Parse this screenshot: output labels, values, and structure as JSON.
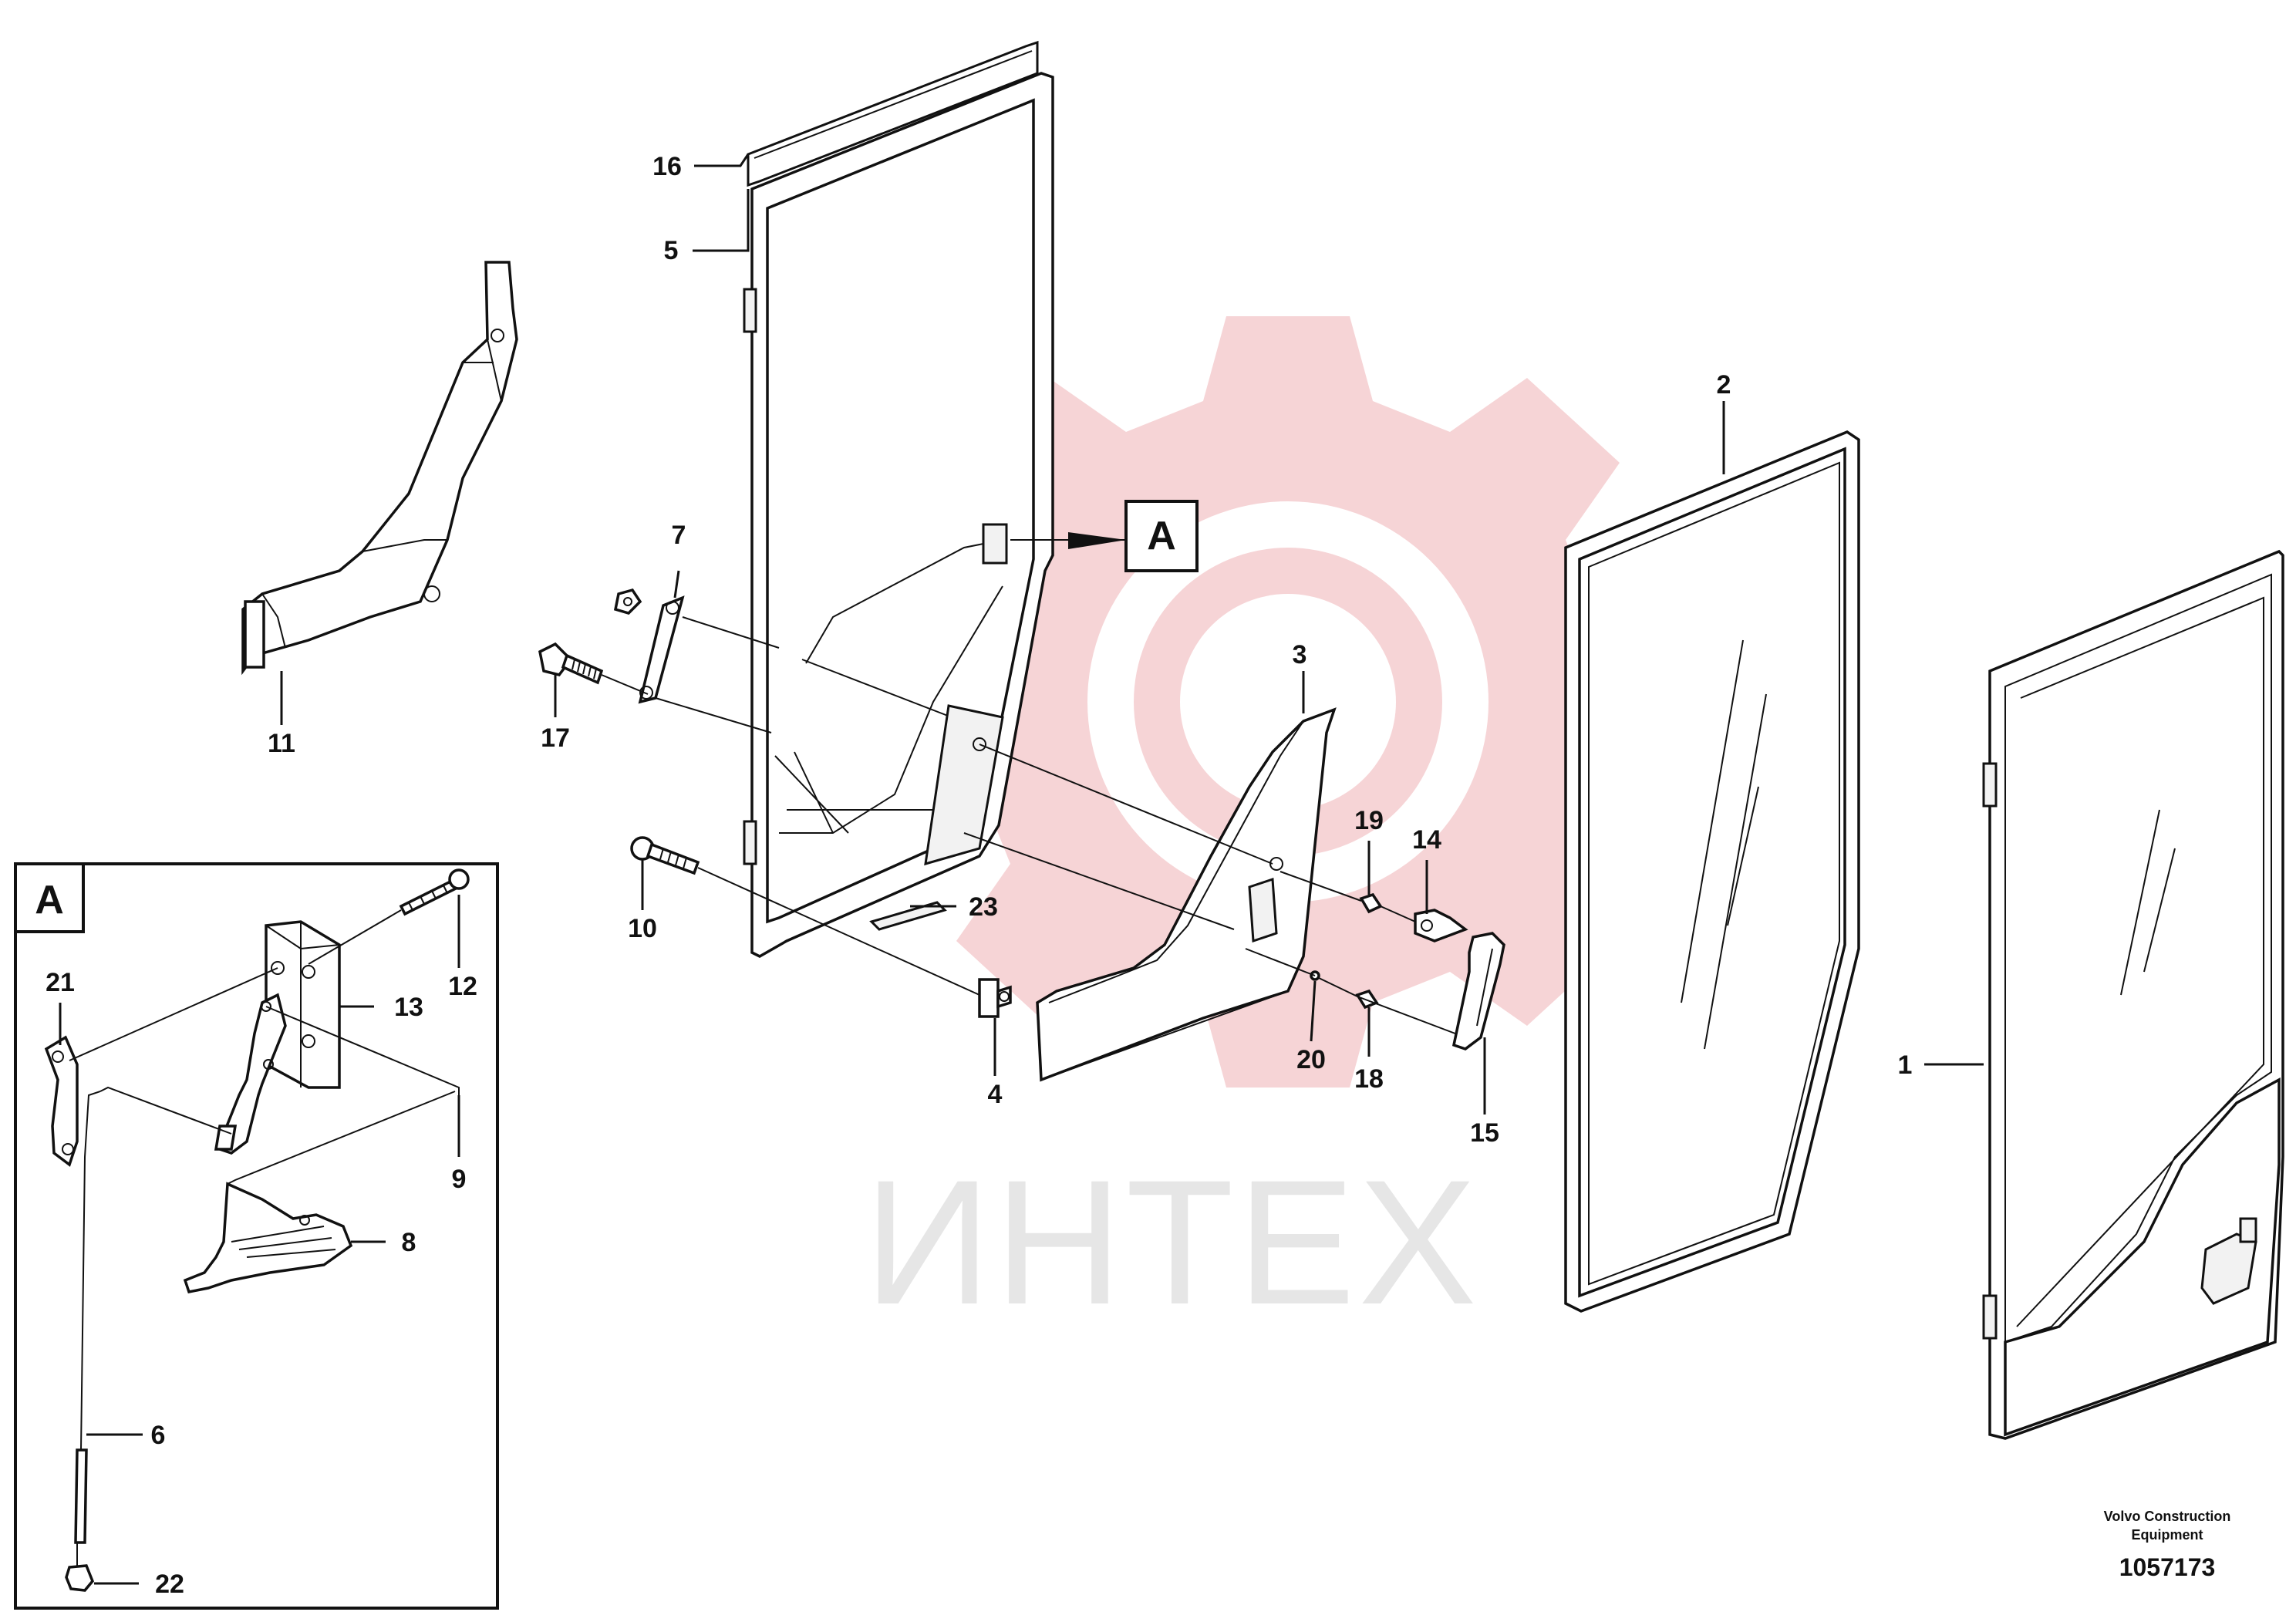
{
  "watermark": {
    "text": "ИНТЕХ",
    "gear_color": "#f6d4d6",
    "text_color": "#e6e6e6"
  },
  "detail_marker": "A",
  "inset_label": "A",
  "callouts": {
    "c1": "1",
    "c2": "2",
    "c3": "3",
    "c4": "4",
    "c5": "5",
    "c6": "6",
    "c7": "7",
    "c8": "8",
    "c9": "9",
    "c10": "10",
    "c11": "11",
    "c12": "12",
    "c13": "13",
    "c14": "14",
    "c15": "15",
    "c16": "16",
    "c17": "17",
    "c18": "18",
    "c19": "19",
    "c20": "20",
    "c21": "21",
    "c22": "22",
    "c23": "23"
  },
  "credit": {
    "line1": "Volvo Construction",
    "line2": "Equipment"
  },
  "document_number": "1057173"
}
